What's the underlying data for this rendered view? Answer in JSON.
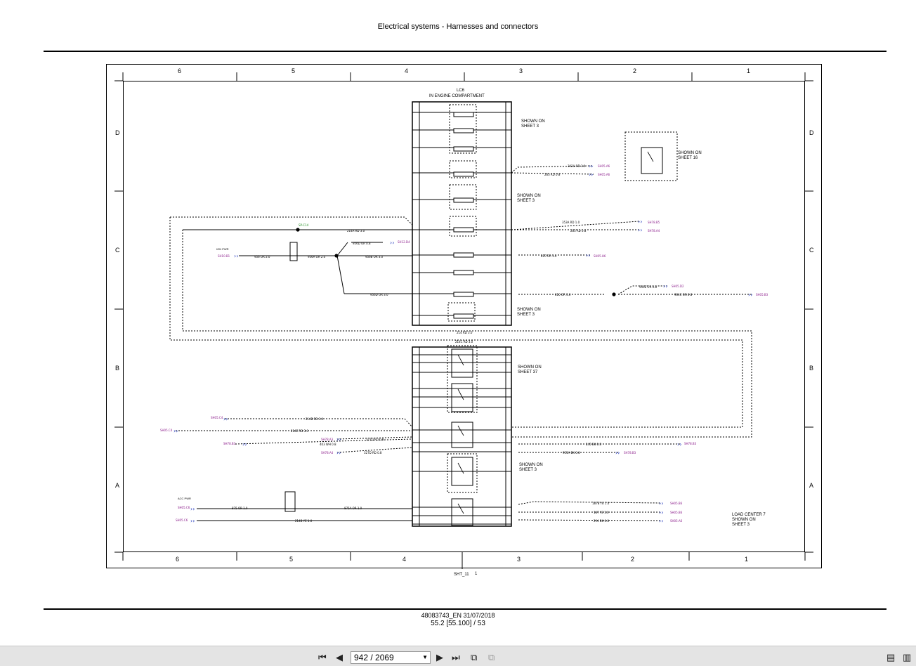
{
  "document": {
    "title": "Electrical systems - Harnesses and connectors",
    "footer_doc": "48083743_EN 31/07/2018",
    "footer_page": "55.2 [55.100] / 53",
    "sheet_id": "SHT_11",
    "sheet_num": "1"
  },
  "grid": {
    "columns": [
      "6",
      "5",
      "4",
      "3",
      "2",
      "1"
    ],
    "rows": [
      "D",
      "C",
      "B",
      "A"
    ]
  },
  "diagram": {
    "lc6_title": "LC6",
    "lc6_subtitle": "IN ENGINE COMPARTMENT",
    "notes": {
      "shown_sheet3_a": "SHOWN ON\nSHEET 3",
      "shown_sheet16": "SHOWN ON\nSHEET 16",
      "shown_sheet3_b": "SHOWN ON\nSHEET 3",
      "shown_sheet3_c": "SHOWN ON\nSHEET 3",
      "shown_sheet37": "SHOWN ON\nSHEET 37",
      "shown_sheet3_d": "SHOWN ON\nSHEET 3",
      "load_center": "LOAD CENTER 7\nSHOWN ON\nSHEET 3"
    },
    "ign_pwr": "IGN PWR",
    "acc_pwr": "ACC PWR"
  },
  "toolbar": {
    "first_icon": "first-page-icon",
    "prev_icon": "prev-page-icon",
    "page_value": "942 / 2069",
    "next_icon": "next-page-icon",
    "last_icon": "last-page-icon",
    "back_view_icon": "back-view-icon",
    "forward_view_icon": "forward-view-icon",
    "single_page_icon": "single-page-view-icon",
    "continuous_icon": "continuous-view-icon"
  }
}
